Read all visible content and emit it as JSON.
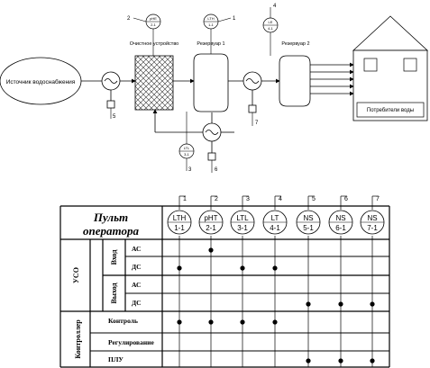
{
  "scheme": {
    "source": "Источник водоснабжения",
    "cleaner": "Очистное устройство",
    "tank1": "Резервуар 1",
    "tank2": "Резервуар 2",
    "consumers": "Потребители воды",
    "instruments": {
      "ph": {
        "tag": "pHE",
        "num": "2-1",
        "line": "2"
      },
      "lth": {
        "tag": "LTH",
        "num": "1-1",
        "line": "1"
      },
      "le": {
        "tag": "LE",
        "num": "4-1",
        "line": "4"
      },
      "ltl": {
        "tag": "LTL",
        "num": "3-1",
        "line": "3"
      }
    },
    "pump_lines": {
      "p1": "5",
      "p2": "6",
      "p3": "7"
    }
  },
  "panel": {
    "title_line1": "Пульт",
    "title_line2": "оператора",
    "columns": [
      {
        "num": "1",
        "tag": "LTH",
        "id": "1-1"
      },
      {
        "num": "2",
        "tag": "pHT",
        "id": "2-1"
      },
      {
        "num": "3",
        "tag": "LTL",
        "id": "3-1"
      },
      {
        "num": "4",
        "tag": "LT",
        "id": "4-1"
      },
      {
        "num": "5",
        "tag": "NS",
        "id": "5-1"
      },
      {
        "num": "6",
        "tag": "NS",
        "id": "6-1"
      },
      {
        "num": "7",
        "tag": "NS",
        "id": "7-1"
      }
    ],
    "uso": "УСО",
    "input": "Вход",
    "output": "Выход",
    "controller": "Контроллер",
    "rows": [
      {
        "label": "АС",
        "dots": [
          2
        ]
      },
      {
        "label": "ДС",
        "dots": [
          1,
          3,
          4
        ]
      },
      {
        "label": "АС",
        "dots": []
      },
      {
        "label": "ДС",
        "dots": [
          5,
          6,
          7
        ]
      },
      {
        "label": "Контроль",
        "dots": [
          1,
          2,
          3,
          4
        ]
      },
      {
        "label": "Регулирование",
        "dots": []
      },
      {
        "label": "ПЛУ",
        "dots": [
          5,
          6,
          7
        ]
      }
    ]
  }
}
